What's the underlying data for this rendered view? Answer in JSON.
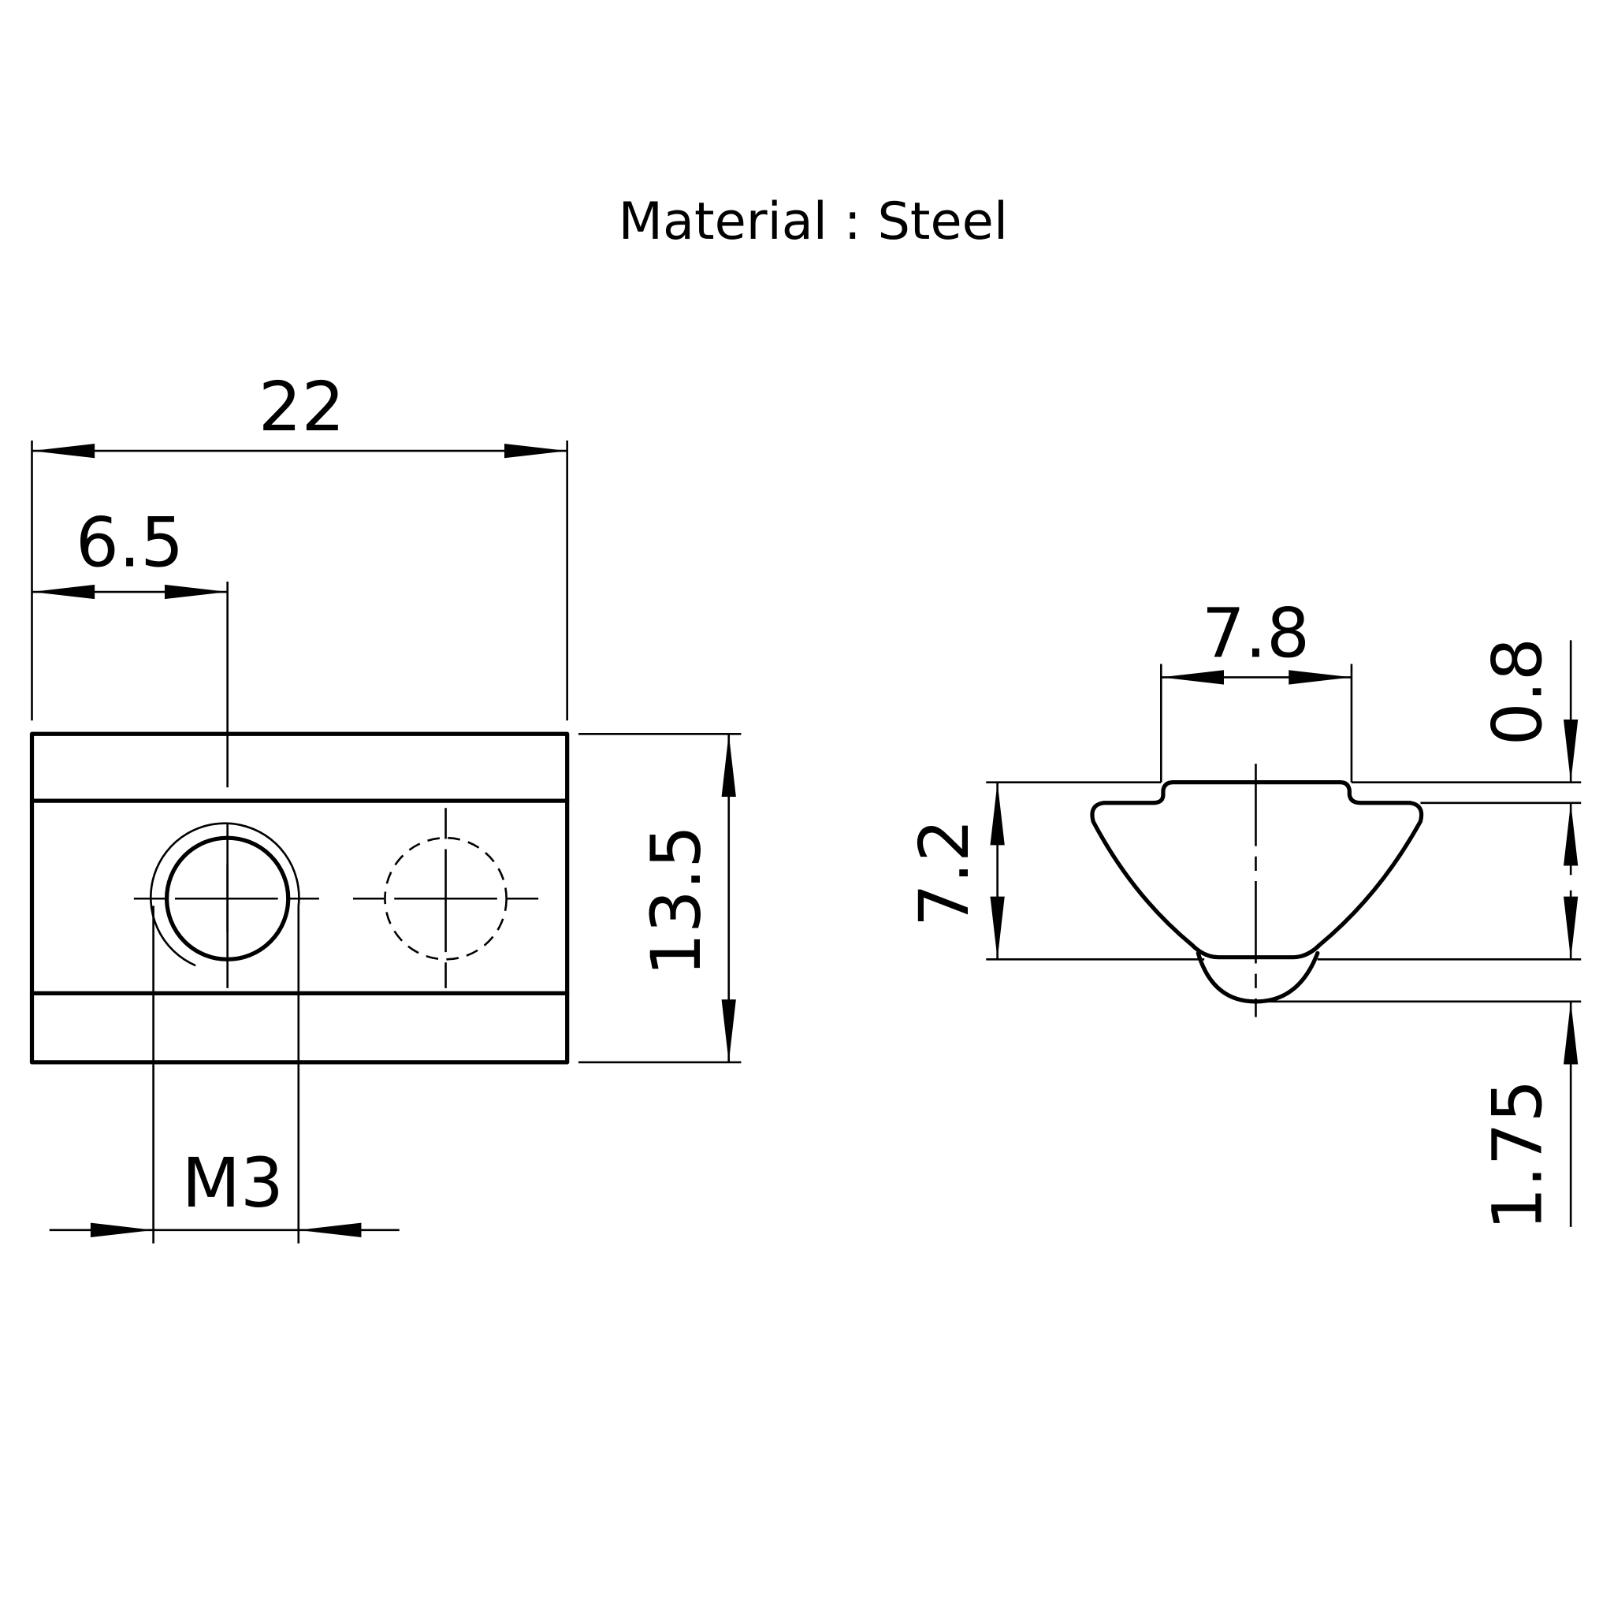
{
  "title": "Material : Steel",
  "dimensions": {
    "overall_length": "22",
    "hole_offset": "6.5",
    "height": "13.5",
    "thread": "M3",
    "top_width": "7.8",
    "profile_height": "7.2",
    "step_height": "0.8",
    "ball_height": "1.75"
  },
  "colors": {
    "line": "#000000",
    "background": "#ffffff"
  }
}
